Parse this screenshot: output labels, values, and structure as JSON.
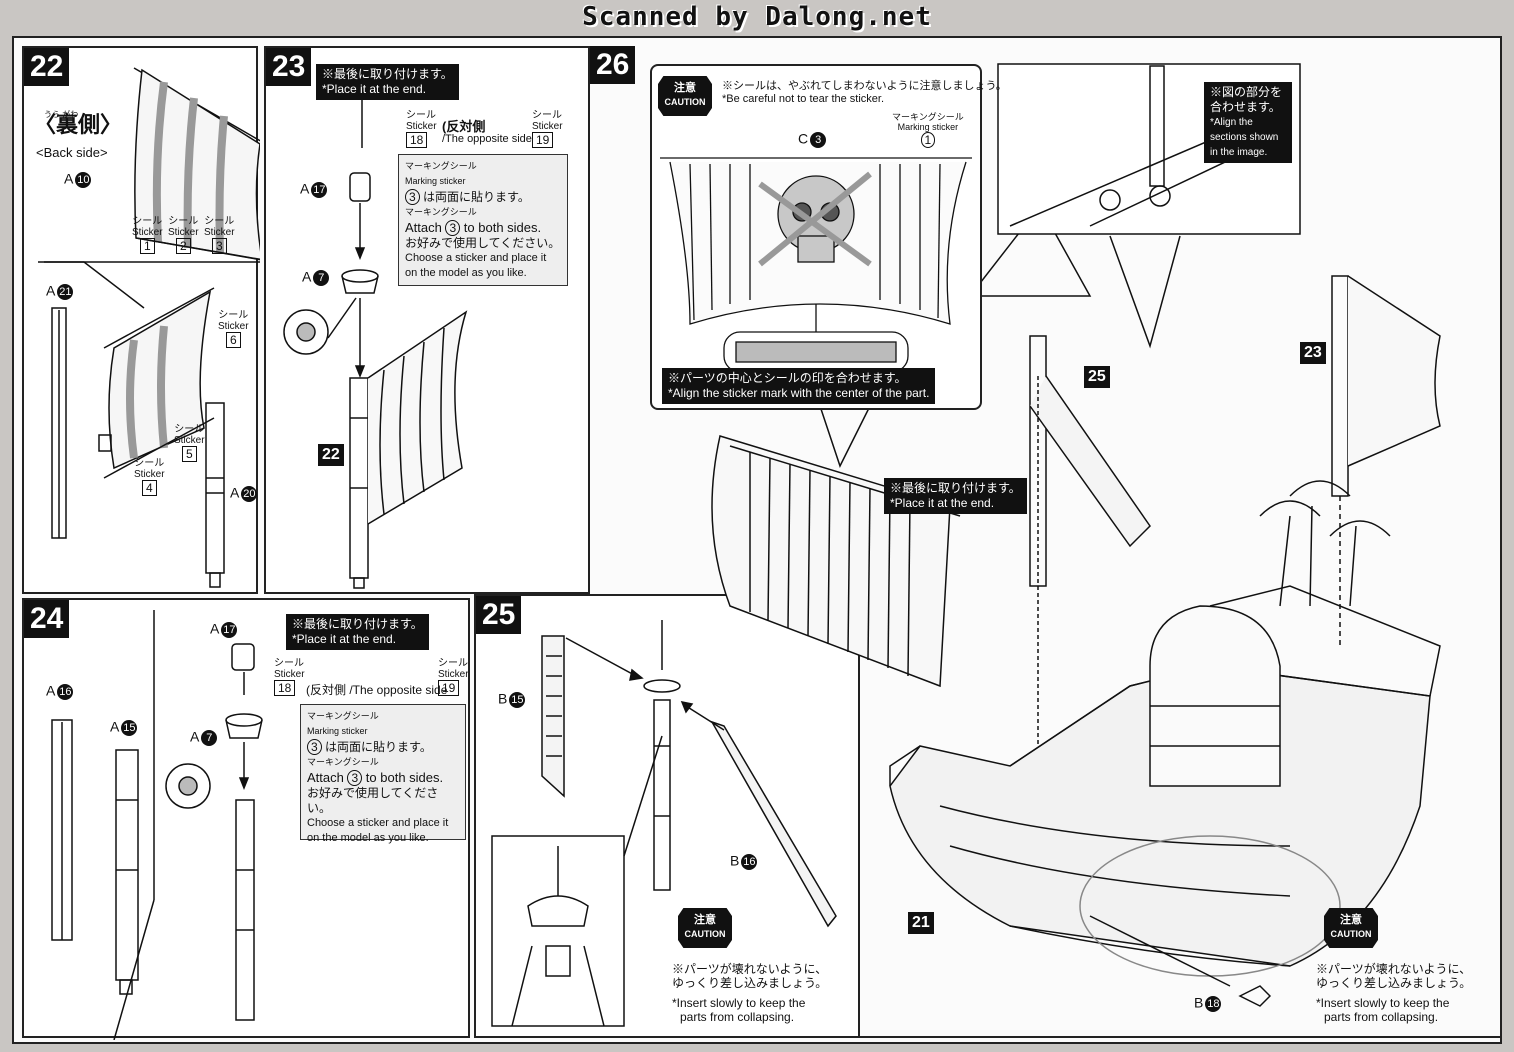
{
  "watermark": "Scanned by Dalong.net",
  "step22": {
    "num": "22",
    "back_side_jp": "〈裏側〉",
    "back_side_ruby": "うら がわ",
    "back_side_en": "<Back side>",
    "part_a10": "A",
    "part_a10_n": "10",
    "part_a21": "A",
    "part_a21_n": "21",
    "part_a20": "A",
    "part_a20_n": "20",
    "sticker_jp": "シール",
    "sticker_en": "Sticker",
    "stickers_top": [
      "1",
      "2",
      "3"
    ],
    "sticker6": "6",
    "sticker5": "5",
    "sticker4": "4"
  },
  "step23": {
    "num": "23",
    "note_jp": "※最後に取り付けます。",
    "note_en": "*Place it at the end.",
    "part_a17": "A",
    "part_a17_n": "17",
    "part_a7": "A",
    "part_a7_n": "7",
    "sticker_jp": "シール",
    "sticker_en": "Sticker",
    "sticker18": "18",
    "opposite_jp": "(反対側",
    "opposite_en": "/The opposite side",
    "sticker19": "19",
    "marking_jp": "マーキングシール",
    "marking_en": "Marking sticker",
    "marking_num": "3",
    "both_sides_jp": "は両面に貼ります。",
    "attach_en": "Attach",
    "attach_en2": "to both sides.",
    "choose_jp": "お好みで使用してください。",
    "choose_en1": "Choose a sticker and place it",
    "choose_en2": "on the model as you like.",
    "ref22": "22"
  },
  "step24": {
    "num": "24",
    "note_jp": "※最後に取り付けます。",
    "note_en": "*Place it at the end.",
    "part_a16": "A",
    "part_a16_n": "16",
    "part_a15": "A",
    "part_a15_n": "15",
    "part_a17": "A",
    "part_a17_n": "17",
    "part_a7": "A",
    "part_a7_n": "7",
    "sticker_jp": "シール",
    "sticker_en": "Sticker",
    "sticker18": "18",
    "opposite": "(反対側 /The opposite side",
    "sticker19": "19",
    "marking_jp": "マーキングシール",
    "marking_en": "Marking sticker",
    "marking_num": "3",
    "both_sides_jp": "は両面に貼ります。",
    "attach_en": "Attach",
    "attach_en2": "to both sides.",
    "choose_jp": "お好みで使用してください。",
    "choose_en1": "Choose a sticker and place it",
    "choose_en2": "on the model as you like."
  },
  "step25": {
    "num": "25",
    "part_b15": "B",
    "part_b15_n": "15",
    "part_b16": "B",
    "part_b16_n": "16",
    "caution_jp": "注意",
    "caution_en": "CAUTION",
    "warn_jp1": "※パーツが壊れないように、",
    "warn_jp2": "ゆっくり差し込みましょう。",
    "warn_en1": "*Insert slowly to keep the",
    "warn_en2": "parts from collapsing."
  },
  "step26": {
    "num": "26",
    "caution_jp": "注意",
    "caution_en": "CAUTION",
    "tear_jp": "※シールは、やぶれてしまわないように注意しましょう。",
    "tear_en": "*Be careful not to tear the sticker.",
    "part_c3": "C",
    "part_c3_n": "3",
    "marking_jp": "マーキングシール",
    "marking_en": "Marking sticker",
    "marking_num": "1",
    "center_jp": "※パーツの中心とシールの印を合わせます。",
    "center_en": "*Align the sticker mark with the center of the part.",
    "align_jp1": "※図の部分を",
    "align_jp2": "合わせます。",
    "align_en1": "*Align the",
    "align_en2": "sections shown",
    "align_en3": "in the image.",
    "end_jp": "※最後に取り付けます。",
    "end_en": "*Place it at the end.",
    "ref25": "25",
    "ref23": "23",
    "ref21": "21",
    "part_b18": "B",
    "part_b18_n": "18",
    "warn_jp1": "※パーツが壊れないように、",
    "warn_jp2": "ゆっくり差し込みましょう。",
    "warn_en1": "*Insert slowly to keep the",
    "warn_en2": "parts from collapsing."
  },
  "colors": {
    "ink": "#111111",
    "paper": "#fbfbfb",
    "border": "#c9c6c3"
  }
}
